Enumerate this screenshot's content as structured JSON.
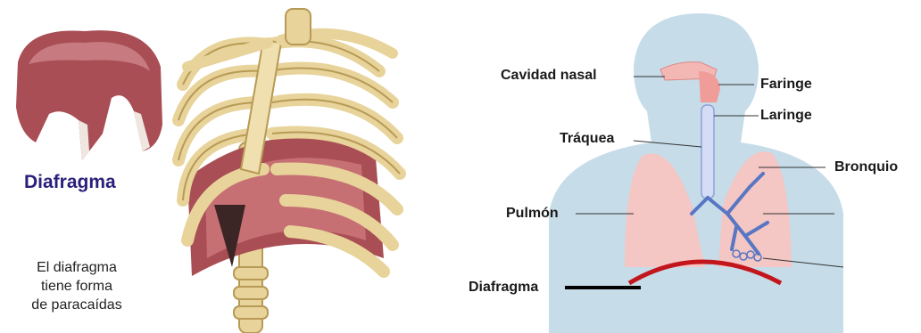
{
  "left": {
    "title": "Diafragma",
    "caption": "El diafragma\ntiene forma\nde paracaídas"
  },
  "right": {
    "labels": {
      "cavidad_nasal": "Cavidad nasal",
      "faringe": "Faringe",
      "laringe": "Laringe",
      "traquea": "Tráquea",
      "bronquio": "Bronquio",
      "pulmon": "Pulmón",
      "diafragma": "Diafragma"
    }
  },
  "colors": {
    "diaphragm_muscle": "#a94e55",
    "bone": "#e8d39a",
    "body_silhouette": "#c6dce8",
    "lung": "#f4c6c4",
    "bronchi": "#5876c4",
    "diaphragm_line": "#c3161c",
    "title_color": "#2a1f7a"
  }
}
